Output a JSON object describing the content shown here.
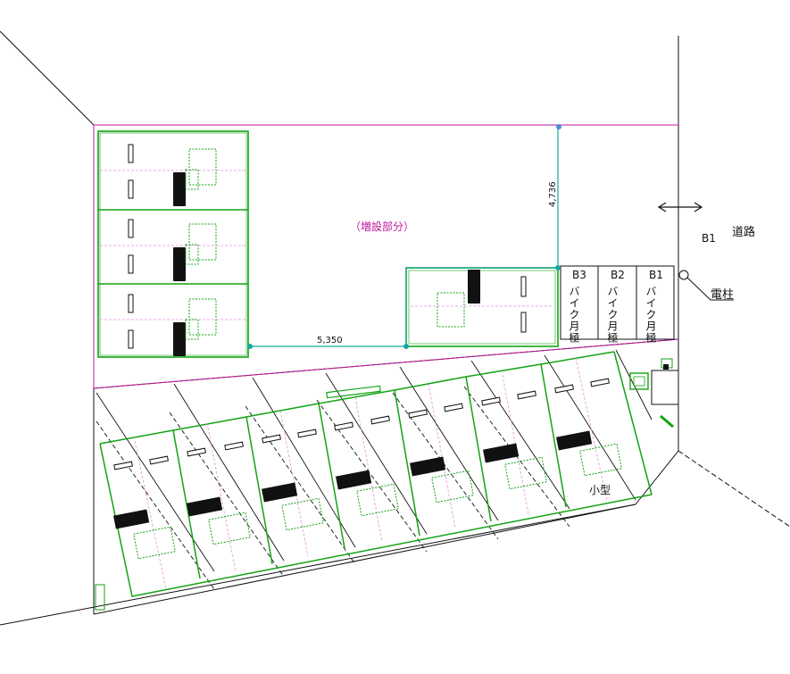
{
  "labels": {
    "extension_area": "（増設部分）",
    "road": "道路",
    "utility_pole": "電柱",
    "small_car": "小型",
    "bay_b1": "B1"
  },
  "dimensions": {
    "horizontal": "5,350",
    "vertical": "4,736"
  },
  "bike_spaces": [
    {
      "id": "B3",
      "text": "バイク月極"
    },
    {
      "id": "B2",
      "text": "バイク月極"
    },
    {
      "id": "B1",
      "text": "バイク月極"
    }
  ],
  "colors": {
    "boundary": "#c0179c",
    "dimension": "#1aa7a0",
    "parking": "#13a313",
    "guide": "#e38fe0",
    "line": "#111111"
  }
}
